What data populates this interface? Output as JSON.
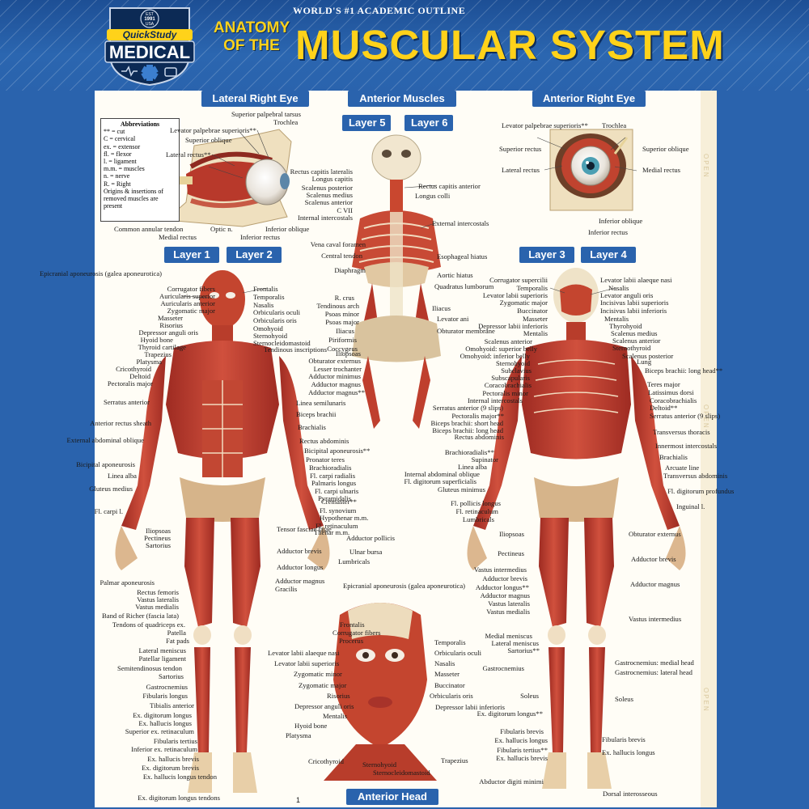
{
  "header": {
    "tagline": "WORLD'S #1 ACADEMIC OUTLINE",
    "title_small": "ANATOMY OF THE",
    "title_big": "MUSCULAR SYSTEM",
    "badge": {
      "brand": "QuickStudy",
      "line": "MEDICAL",
      "est_top": "EST",
      "est_year": "1991",
      "est_bottom": "USA"
    }
  },
  "sections": {
    "lateral_right_eye": "Lateral Right Eye",
    "anterior_muscles": "Anterior Muscles",
    "anterior_right_eye": "Anterior Right Eye",
    "layer5": "Layer 5",
    "layer6": "Layer 6",
    "layer1": "Layer 1",
    "layer2": "Layer 2",
    "layer3": "Layer 3",
    "layer4": "Layer 4",
    "anterior_head": "Anterior Head"
  },
  "abbreviations": {
    "heading": "Abbreviations",
    "rows": [
      "** = cut",
      "C = cervical",
      "ex. = extensor",
      "fl. = flexor",
      "l. = ligament",
      "m.m. = muscles",
      "n. = nerve",
      "R. = Right"
    ],
    "footnote": "Origins & insertions of removed muscles are present"
  },
  "side_strip": [
    "OPEN",
    "OPEN",
    "OPEN"
  ],
  "page_number": "1",
  "labels": {
    "lateral_eye": [
      "Superior palpebral tarsus",
      "Trochlea",
      "Levator palpebrae superioris**",
      "Superior oblique",
      "Lateral rectus**",
      "Common annular tendon",
      "Medial rectus",
      "Optic n.",
      "Inferior rectus",
      "Inferior oblique"
    ],
    "anterior_eye": [
      "Levator palpebrae superioris**",
      "Trochlea",
      "Superior rectus",
      "Lateral rectus",
      "Superior oblique",
      "Medial rectus",
      "Inferior oblique",
      "Inferior rectus"
    ],
    "deep_left": [
      "Rectus capitis lateralis",
      "Longus capitis",
      "Scalenus posterior",
      "Scalenus medius",
      "Scalenus anterior",
      "C VII",
      "Internal intercostals",
      "Vena caval foramen",
      "Central tendon",
      "Diaphragm",
      "R. crus",
      "Tendinous arch",
      "Psoas minor",
      "Psoas major",
      "Iliacus",
      "Piriformis",
      "Coccygeus",
      "Iliopsoas",
      "Obturator externus",
      "Lesser trochanter",
      "Adductor minimus",
      "Adductor magnus",
      "Adductor magnus**"
    ],
    "deep_right": [
      "Rectus capitis anterior",
      "Longus colli",
      "External intercostals",
      "Esophageal hiatus",
      "Aortic hiatus",
      "Quadratus lumborum",
      "Iliacus",
      "Levator ani",
      "Obturator membrane"
    ],
    "layer12_left": [
      "Epicranial aponeurosis (galea aponeurotica)",
      "Corrugator fibers",
      "Auricularis superior",
      "Auricularis anterior",
      "Zygomatic major",
      "Masseter",
      "Risorius",
      "Depressor anguli oris",
      "Hyoid bone",
      "Thyroid cartilage",
      "Trapezius",
      "Platysma",
      "Cricothyroid",
      "Deltoid",
      "Pectoralis major",
      "Serratus anterior",
      "Anterior rectus sheath",
      "External abdominal oblique",
      "Bicipital aponeurosis",
      "Linea alba",
      "Gluteus medius",
      "Fl. carpi l.",
      "Iliopsoas",
      "Pectineus",
      "Sartorius",
      "Palmar aponeurosis",
      "Rectus femoris",
      "Vastus lateralis",
      "Vastus medialis",
      "Band of Richer (fascia lata)",
      "Tendons of quadriceps ex.",
      "Patella",
      "Fat pads",
      "Lateral meniscus",
      "Patellar ligament",
      "Semitendinosus tendon",
      "Sartorius",
      "Gastrocnemius",
      "Fibularis longus",
      "Tibialis anterior",
      "Ex. digitorum longus",
      "Ex. hallucis longus",
      "Superior ex. retinaculum",
      "Fibularis tertius",
      "Inferior ex. retinaculum",
      "Ex. hallucis brevis",
      "Ex. digitorum brevis",
      "Ex. hallucis longus tendon",
      "Ex. digitorum longus tendons"
    ],
    "layer12_right": [
      "Frontalis",
      "Temporalis",
      "Nasalis",
      "Orbicularis oculi",
      "Orbicularis oris",
      "Omohyoid",
      "Sternohyoid",
      "Sternocleidomastoid",
      "Tendinous inscriptions",
      "Linea semilunaris",
      "Biceps brachii",
      "Brachialis",
      "Rectus abdominis",
      "Bicipital aponeurosis**",
      "Pronator teres",
      "Brachioradialis",
      "Fl. carpi radialis",
      "Palmaris longus",
      "Fl. carpi ulnaris",
      "Pyramidalis",
      "Cremaster**",
      "Fl. synovium",
      "Hypothenar m.m.",
      "Fl. retinaculum",
      "Thenar m.m.",
      "Tensor fasciae latae",
      "Adductor pollicis",
      "Adductor brevis",
      "Ulnar bursa",
      "Adductor longus",
      "Lumbricals",
      "Adductor magnus",
      "Gracilis"
    ],
    "head": [
      "Epicranial aponeurosis (galea aponeurotica)",
      "Frontalis",
      "Corrugator fibers",
      "Procerus",
      "Levator labii alaeque nasi",
      "Levator labii superioris",
      "Zygomatic minor",
      "Zygomatic major",
      "Risorius",
      "Depressor anguli oris",
      "Mentalis",
      "Hyoid bone",
      "Platysma",
      "Cricothyroid",
      "Sternohyoid",
      "Sternocleidomastoid",
      "Trapezius",
      "Temporalis",
      "Orbicularis oculi",
      "Nasalis",
      "Masseter",
      "Buccinator",
      "Orbicularis oris",
      "Depressor labii inferioris"
    ],
    "layer34_left": [
      "Corrugator supercilii",
      "Temporalis",
      "Levator labii superioris",
      "Zygomatic major",
      "Buccinator",
      "Masseter",
      "Depressor labii inferioris",
      "Mentalis",
      "Scalenus anterior",
      "Omohyoid: superior belly",
      "Omohyoid: inferior belly",
      "Sternohyoid",
      "Subclavius",
      "Subscapularis",
      "Coracobrachialis",
      "Pectoralis minor",
      "Internal intercostals",
      "Serratus anterior (9 slips)",
      "Pectoralis major**",
      "Biceps brachii: short head",
      "Biceps brachii: long head",
      "Rectus abdominis",
      "Brachioradialis**",
      "Supinator",
      "Linea alba",
      "Internal abdominal oblique",
      "Fl. digitorum superficialis",
      "Gluteus minimus",
      "Fl. pollicis longus",
      "Fl. retinaculum",
      "Lumbricals",
      "Iliopsoas",
      "Pectineus",
      "Vastus intermedius",
      "Adductor brevis",
      "Adductor longus**",
      "Adductor magnus",
      "Vastus lateralis",
      "Vastus medialis",
      "Medial meniscus",
      "Lateral meniscus",
      "Sartorius**",
      "Gastrocnemius",
      "Soleus",
      "Ex. digitorum longus**",
      "Fibularis brevis",
      "Ex. hallucis longus",
      "Fibularis tertius**",
      "Ex. hallucis brevis",
      "Abductor digiti minimi"
    ],
    "layer34_right": [
      "Levator labii alaeque nasi",
      "Nasalis",
      "Levator anguli oris",
      "Incisivus labii superioris",
      "Incisivus labii inferioris",
      "Mentalis",
      "Thyrohyoid",
      "Scalenus medius",
      "Scalenus anterior",
      "Sternothyroid",
      "Scalenus posterior",
      "Lung",
      "Biceps brachii: long head**",
      "Teres major",
      "Latissimus dorsi",
      "Coracobrachialis",
      "Deltoid**",
      "Serratus anterior (9 slips)",
      "Transversus thoracis",
      "Innermost intercostals",
      "Brachialis",
      "Arcuate line",
      "Transversus abdominis",
      "Fl. digitorum profundus",
      "Inguinal l.",
      "Obturator externus",
      "Adductor brevis",
      "Adductor magnus",
      "Vastus intermedius",
      "Gastrocnemius: medial head",
      "Gastrocnemius: lateral head",
      "Soleus",
      "Fibularis brevis",
      "Ex. hallucis longus",
      "Dorsal interosseous"
    ]
  },
  "colors": {
    "brand_blue": "#2a63ad",
    "title_yellow": "#ffd21a",
    "muscle_red": "#c0392b",
    "tendon": "#f3e3c9",
    "paper": "#fffdf6"
  }
}
